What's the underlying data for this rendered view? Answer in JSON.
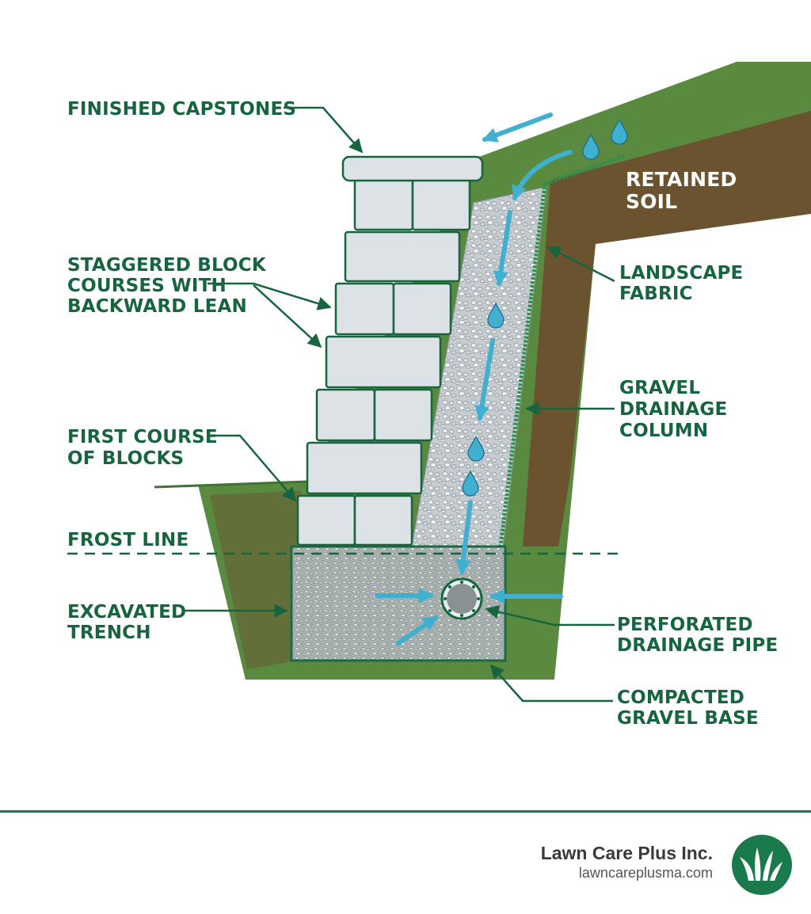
{
  "labels": {
    "capstones": "FINISHED CAPSTONES",
    "retained_soil": [
      "RETAINED",
      "SOIL"
    ],
    "staggered": [
      "STAGGERED BLOCK",
      "COURSES WITH",
      "BACKWARD LEAN"
    ],
    "landscape_fabric": [
      "LANDSCAPE",
      "FABRIC"
    ],
    "gravel_column": [
      "GRAVEL",
      "DRAINAGE",
      "COLUMN"
    ],
    "first_course": [
      "FIRST COURSE",
      "OF BLOCKS"
    ],
    "frost_line": "FROST LINE",
    "trench": [
      "EXCAVATED",
      "TRENCH"
    ],
    "pipe": [
      "PERFORATED",
      "DRAINAGE PIPE"
    ],
    "base": [
      "COMPACTED",
      "GRAVEL BASE"
    ]
  },
  "footer": {
    "company": "Lawn Care Plus Inc.",
    "website": "lawncareplusma.com"
  },
  "icons": {
    "logo": "grass-blades-logo-icon",
    "water": "water-drop-icon",
    "flow": "water-flow-arrow-icon"
  },
  "colors": {
    "label_green": "#17653f",
    "grass": "#5a8a3f",
    "soil": "#6b5330",
    "block": "#dde2e6",
    "water": "#3fb0cf",
    "brand": "#1a7a4c"
  }
}
